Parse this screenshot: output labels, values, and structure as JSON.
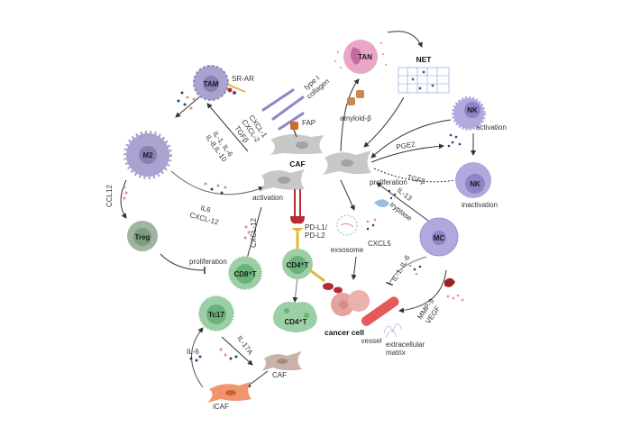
{
  "cells": {
    "tam": "TAM",
    "m2": "M2",
    "treg": "Treg",
    "tan": "TAN",
    "net": "NET",
    "nk_active": "NK",
    "nk_inactive": "NK",
    "caf_main": "CAF",
    "cd8t": "CD8⁺T",
    "cd4t": "CD4⁺T",
    "cd4t_diff": "CD4⁺T",
    "tc17": "Tc17",
    "mc": "MC",
    "icaf": "iCAF",
    "caf_small": "CAF",
    "cancer_cell": "cancer cell"
  },
  "labels": {
    "sr_ar": "SR-AR",
    "collagen_1": "type I",
    "collagen_2": "collagen",
    "fap": "FAP",
    "cxcl1": "CXCL-1",
    "cxcl2": "CXCL-2",
    "tgfb_tam": "TGFβ",
    "il_1_6": "IL-1, IL-6",
    "il_8_10": "IL-8,IL-10",
    "il6_m2": "IL6",
    "cxcl12_m2": "CXCL-12",
    "ccl12": "CCL12",
    "activation_caf": "activation",
    "proliferation_treg": "proliferation",
    "cxcl12_cd8": "CXCL-12",
    "pdl1": "PD-L1/",
    "pdl2": "PD-L2",
    "amyloid": "amyloid-β",
    "pge2": "PGE2",
    "tgfb_nk": "TGFβ",
    "nk_activation": "activation",
    "nk_inactivation": "inactivation",
    "proliferation_caf": "proliferation",
    "il13": "IL-13",
    "tryptase": "tryptase",
    "exosome": "exsosome",
    "cxcl5": "CXCL5",
    "il1_il6_mc": "IL-1, IL-6",
    "mmp9": "MMP-9",
    "vegf": "VEGF",
    "vessel": "vessel",
    "ecm_1": "extracellular",
    "ecm_2": "matrix",
    "il6_tc17": "IL-6",
    "il17a": "IL-17A"
  },
  "colors": {
    "macrophage": "#a9a3cf",
    "tan": "#e9a6c9",
    "tcell_green": "#8fc79a",
    "treg": "#9fb5a0",
    "nk": "#b1a9dd",
    "caf": "#c8c8c8",
    "cancer": "#e5a3a0",
    "icaf": "#f0956c",
    "receptor_red": "#b52b33",
    "receptor_yellow": "#e6b43e",
    "fap_orange": "#d06a2b"
  }
}
